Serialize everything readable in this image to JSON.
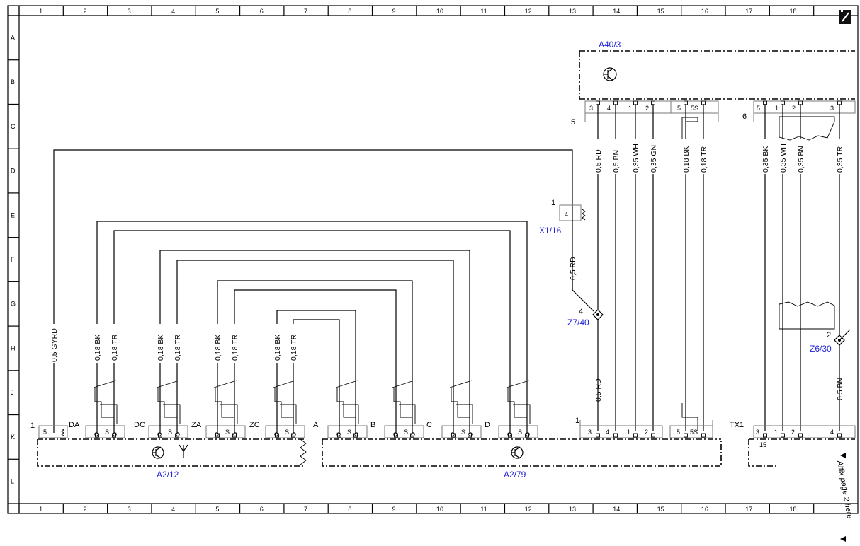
{
  "grid": {
    "columns": [
      "1",
      "2",
      "3",
      "4",
      "5",
      "6",
      "7",
      "8",
      "9",
      "10",
      "11",
      "12",
      "13",
      "14",
      "15",
      "16",
      "17",
      "18"
    ],
    "rows": [
      "A",
      "B",
      "C",
      "D",
      "E",
      "F",
      "G",
      "H",
      "J",
      "K",
      "L"
    ]
  },
  "components": {
    "a40_3": "A40/3",
    "a2_12": "A2/12",
    "a2_79": "A2/79",
    "x1_16": "X1/16",
    "z7_40": "Z7/40",
    "z6_30": "Z6/30",
    "tx1": "TX1"
  },
  "a40_3_pins": [
    "3",
    "4",
    "1",
    "2",
    "5",
    "5S"
  ],
  "a40_3_pins_right": [
    "5",
    "1",
    "2",
    "3"
  ],
  "group_numbers": {
    "g5": "5",
    "g6": "6",
    "k1": "1",
    "k1b": "1",
    "x1_pin": "1",
    "z7_pin": "4",
    "z6_pin": "2"
  },
  "x1_16_pin": "4",
  "a2_12_pins": [
    "5",
    "S"
  ],
  "a2_12_groups": [
    "DA",
    "DC",
    "ZA",
    "ZC"
  ],
  "a2_79_groups": [
    "A",
    "B",
    "C",
    "D"
  ],
  "connector_k_pins": [
    "3",
    "4",
    "1",
    "2",
    "5",
    "5S"
  ],
  "tx1_pins": [
    "3",
    "1",
    "2",
    "4"
  ],
  "tx1_sub": "15",
  "wires_top": [
    {
      "label": "0,5 RD"
    },
    {
      "label": "0,5 BN"
    },
    {
      "label": "0,35 WH"
    },
    {
      "label": "0,35 GN"
    },
    {
      "label": "0,18 BK"
    },
    {
      "label": "0,18 TR"
    },
    {
      "label": "0,35 BK"
    },
    {
      "label": "0,35 WH"
    },
    {
      "label": "0,35 BN"
    },
    {
      "label": "0,35 TR"
    }
  ],
  "wires_bottom": [
    {
      "label": "0,5 GYRD"
    },
    {
      "label": "0,18 BK"
    },
    {
      "label": "0,18 TR"
    },
    {
      "label": "0,18 BK"
    },
    {
      "label": "0,18 TR"
    },
    {
      "label": "0,18 BK"
    },
    {
      "label": "0,18 TR"
    },
    {
      "label": "0,18 BK"
    },
    {
      "label": "0,18 TR"
    }
  ],
  "wire_mid": {
    "rd_x1": "0,5 RD",
    "rd_low": "0,5 RD",
    "bn_low": "0,5 BN"
  },
  "affix_note": "Affix page 2 here",
  "colors": {
    "component_label": "#1f1fd6",
    "line": "#000000",
    "grid": "#7a7a7a"
  },
  "icons": [
    "transistor-icon",
    "antenna-icon",
    "document-icon"
  ]
}
